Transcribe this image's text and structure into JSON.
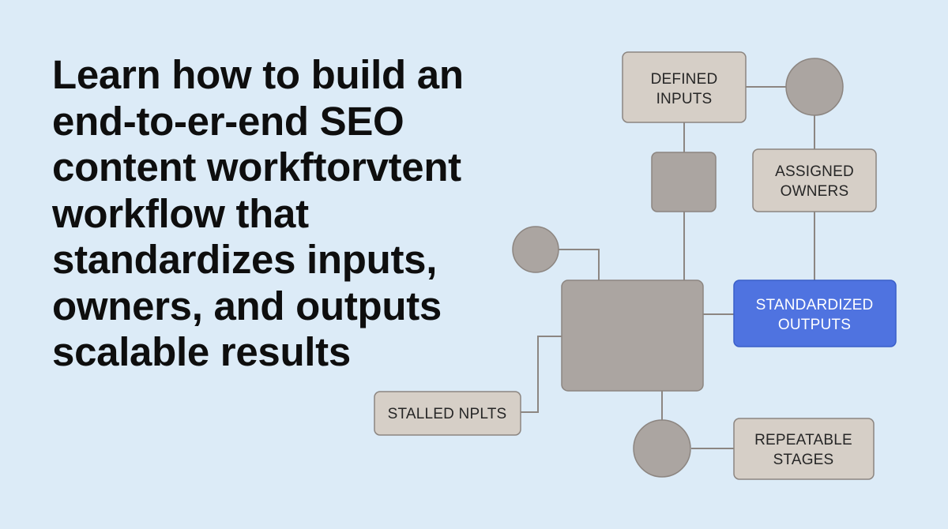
{
  "headline": {
    "lines": [
      "Learn how to build an",
      "end-to-er-end SEO",
      "content workftorvtent",
      "workflow that",
      "standardizes inputs,",
      "owners, and outputs",
      "scalable results"
    ]
  },
  "diagram": {
    "colors": {
      "node_fill": "#d6cfc7",
      "node_stroke": "#8c8580",
      "block_fill": "#aba5a1",
      "highlight_fill": "#4f73e0",
      "highlight_stroke": "#3a5fc9",
      "connector": "#8c8682"
    },
    "nodes": {
      "defined_inputs": [
        "DEFINED",
        "INPUTS"
      ],
      "assigned_owners": [
        "ASSIGNED",
        "OWNERS"
      ],
      "standardized_outputs": [
        "STANDARDIZED",
        "OUTPUTS"
      ],
      "stalled_inputs": [
        "STALLED NPLTS"
      ],
      "repeatable_stages": [
        "REPEATABLE",
        "STAGES"
      ]
    }
  }
}
